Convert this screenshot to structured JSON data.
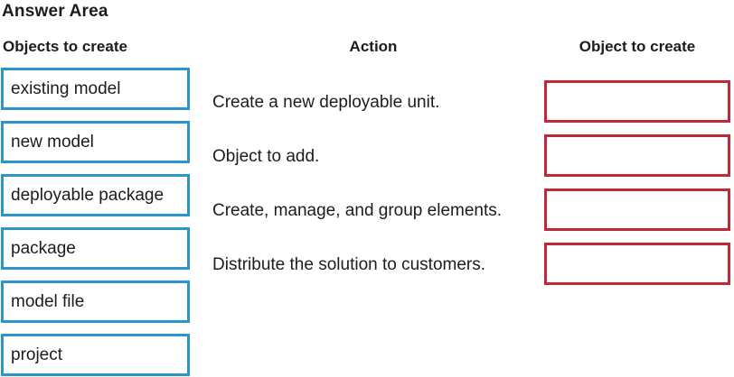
{
  "title": "Answer Area",
  "colors": {
    "drag_border": "#2b96cb",
    "drop_border": "#c1293a",
    "text": "#1c1c1c",
    "bg": "#ffffff"
  },
  "objects": {
    "header": "Objects to create",
    "items": [
      {
        "label": "existing model"
      },
      {
        "label": "new model"
      },
      {
        "label": "deployable package"
      },
      {
        "label": "package"
      },
      {
        "label": "model file"
      },
      {
        "label": "project"
      }
    ]
  },
  "actions": {
    "header": "Action",
    "items": [
      {
        "label": "Create a new deployable unit."
      },
      {
        "label": "Object to add."
      },
      {
        "label": "Create, manage, and group elements."
      },
      {
        "label": "Distribute the solution to customers."
      }
    ]
  },
  "targets": {
    "header": "Object to create",
    "slots": [
      {
        "value": ""
      },
      {
        "value": ""
      },
      {
        "value": ""
      },
      {
        "value": ""
      }
    ]
  }
}
